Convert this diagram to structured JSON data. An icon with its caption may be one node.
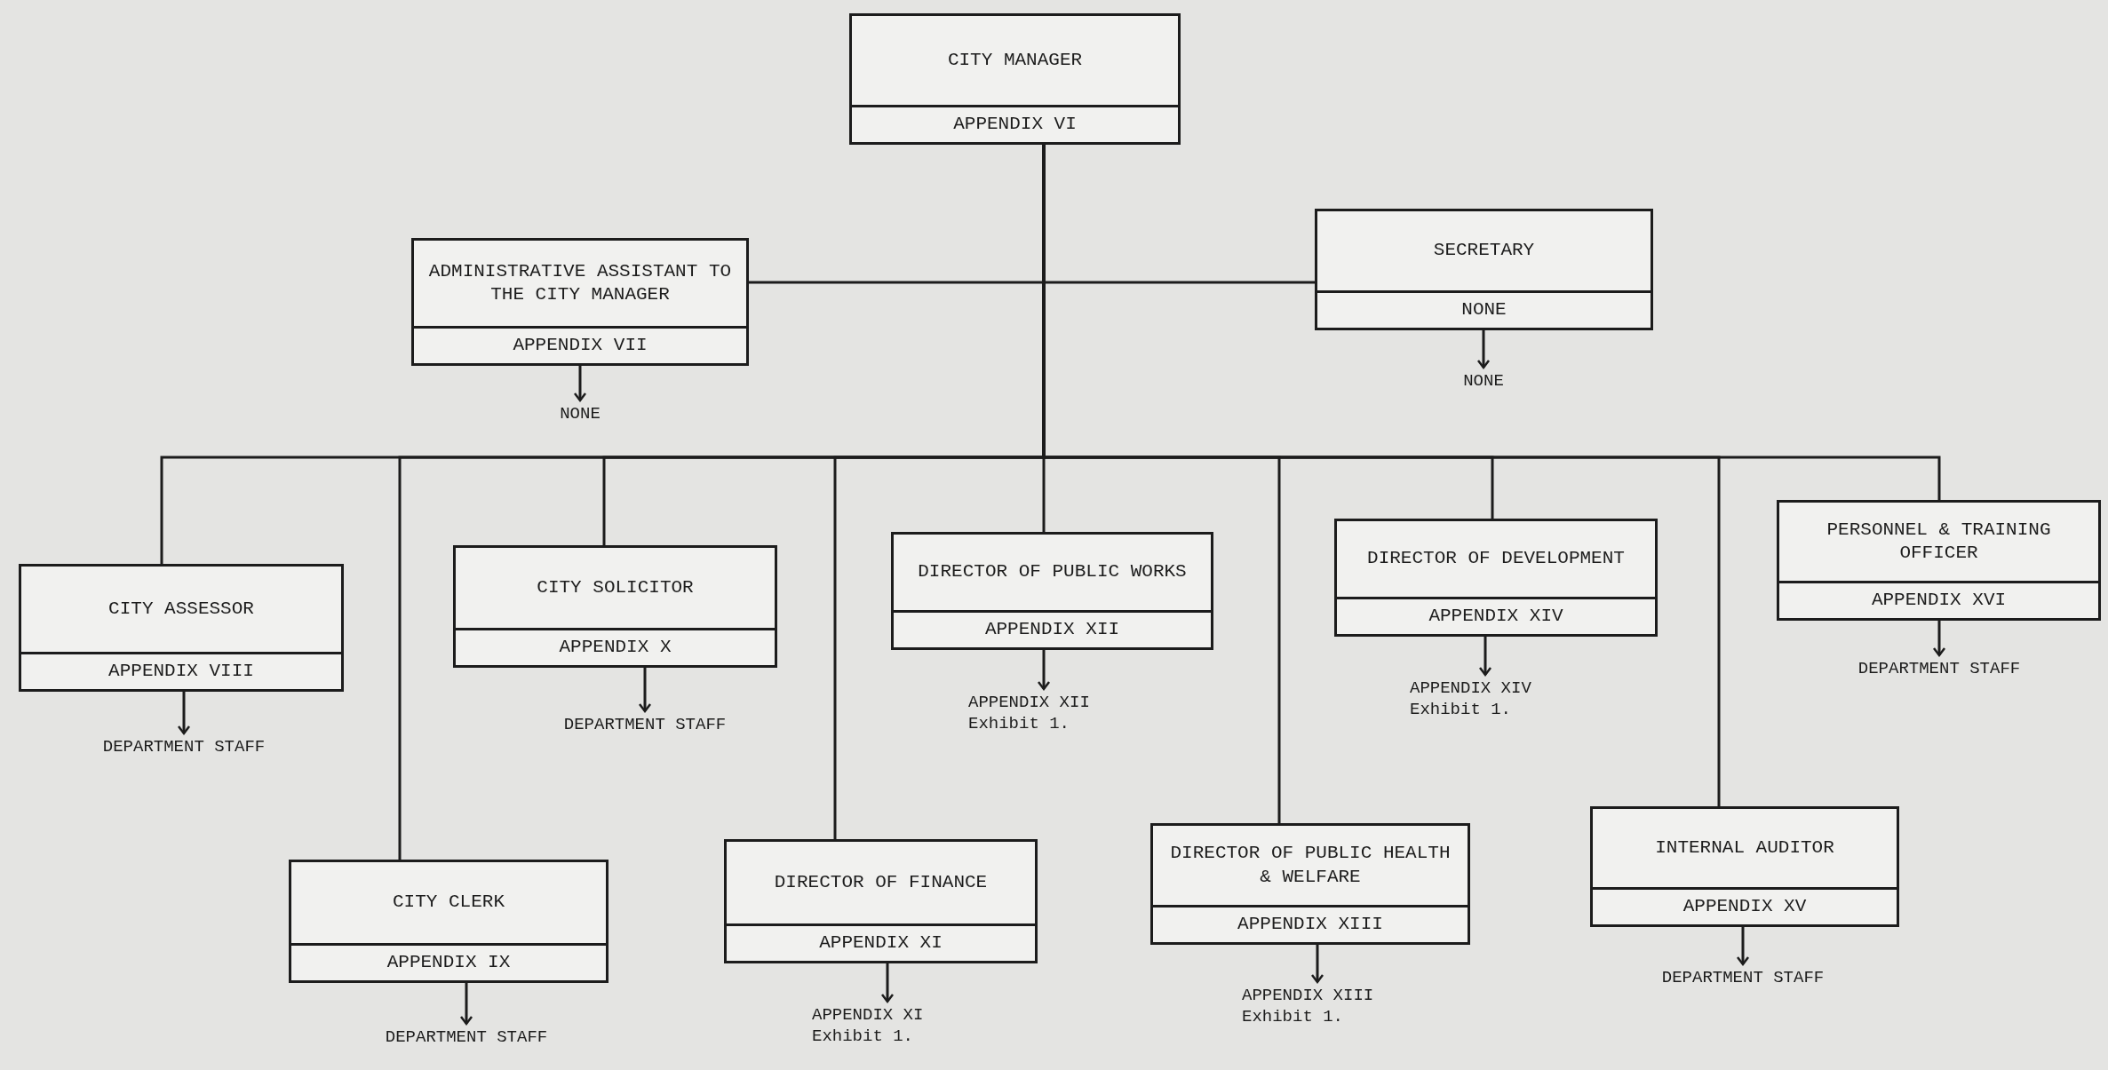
{
  "diagram": {
    "nodes": [
      {
        "text": [
          "CITY MANAGER",
          "APPENDIX VI"
        ]
      },
      {
        "text": [
          "ADMINISTRATIVE ASSISTANT TO THE CITY MANAGER",
          "APPENDIX VII"
        ]
      },
      {
        "text": [
          "NONE"
        ]
      },
      {
        "text": [
          "SECRETARY",
          "NONE"
        ]
      },
      {
        "text": [
          "NONE"
        ]
      },
      {
        "text": [
          "CITY ASSESSOR",
          "APPENDIX VIII"
        ]
      },
      {
        "text": [
          "DEPARTMENT STAFF"
        ]
      },
      {
        "text": [
          "CITY CLERK",
          "APPENDIX IX"
        ]
      },
      {
        "text": [
          "DEPARTMENT STAFF"
        ]
      },
      {
        "text": [
          "CITY SOLICITOR",
          "APPENDIX X"
        ]
      },
      {
        "text": [
          "DEPARTMENT STAFF"
        ]
      },
      {
        "text": [
          "DIRECTOR OF FINANCE",
          "APPENDIX XI"
        ]
      },
      {
        "text": [
          "APPENDIX XI Exhibit 1."
        ]
      },
      {
        "text": [
          "DIRECTOR OF PUBLIC WORKS",
          "APPENDIX XII"
        ]
      },
      {
        "text": [
          "APPENDIX XII Exhibit 1."
        ]
      },
      {
        "text": [
          "DIRECTOR OF PUBLIC HEALTH & WELFARE",
          "APPENDIX XIII"
        ]
      },
      {
        "text": [
          "APPENDIX XIII Exhibit 1."
        ]
      },
      {
        "text": [
          "DIRECTOR OF DEVELOPMENT",
          "APPENDIX XIV"
        ]
      },
      {
        "text": [
          "APPENDIX XIV Exhibit 1."
        ]
      },
      {
        "text": [
          "INTERNAL AUDITOR",
          "APPENDIX XV"
        ]
      },
      {
        "text": [
          "DEPARTMENT STAFF"
        ]
      },
      {
        "text": [
          "PERSONNEL & TRAINING OFFICER",
          "APPENDIX XVI"
        ]
      },
      {
        "text": [
          "DEPARTMENT STAFF"
        ]
      }
    ],
    "edges": [
      {
        "from": 0,
        "to": 1,
        "arrow": "none"
      },
      {
        "from": 0,
        "to": 3,
        "arrow": "none"
      },
      {
        "from": 1,
        "to": 2,
        "arrow": "to"
      },
      {
        "from": 3,
        "to": 4,
        "arrow": "to"
      },
      {
        "from": 0,
        "to": 5,
        "arrow": "none"
      },
      {
        "from": 0,
        "to": 7,
        "arrow": "none"
      },
      {
        "from": 0,
        "to": 9,
        "arrow": "none"
      },
      {
        "from": 0,
        "to": 11,
        "arrow": "none"
      },
      {
        "from": 0,
        "to": 13,
        "arrow": "none"
      },
      {
        "from": 0,
        "to": 15,
        "arrow": "none"
      },
      {
        "from": 0,
        "to": 17,
        "arrow": "none"
      },
      {
        "from": 0,
        "to": 19,
        "arrow": "none"
      },
      {
        "from": 0,
        "to": 21,
        "arrow": "none"
      },
      {
        "from": 5,
        "to": 6,
        "arrow": "to"
      },
      {
        "from": 7,
        "to": 8,
        "arrow": "to"
      },
      {
        "from": 9,
        "to": 10,
        "arrow": "to"
      },
      {
        "from": 11,
        "to": 12,
        "arrow": "to"
      },
      {
        "from": 13,
        "to": 14,
        "arrow": "to"
      },
      {
        "from": 15,
        "to": 16,
        "arrow": "to"
      },
      {
        "from": 17,
        "to": 18,
        "arrow": "to"
      },
      {
        "from": 19,
        "to": 20,
        "arrow": "to"
      },
      {
        "from": 21,
        "to": 22,
        "arrow": "to"
      }
    ]
  }
}
